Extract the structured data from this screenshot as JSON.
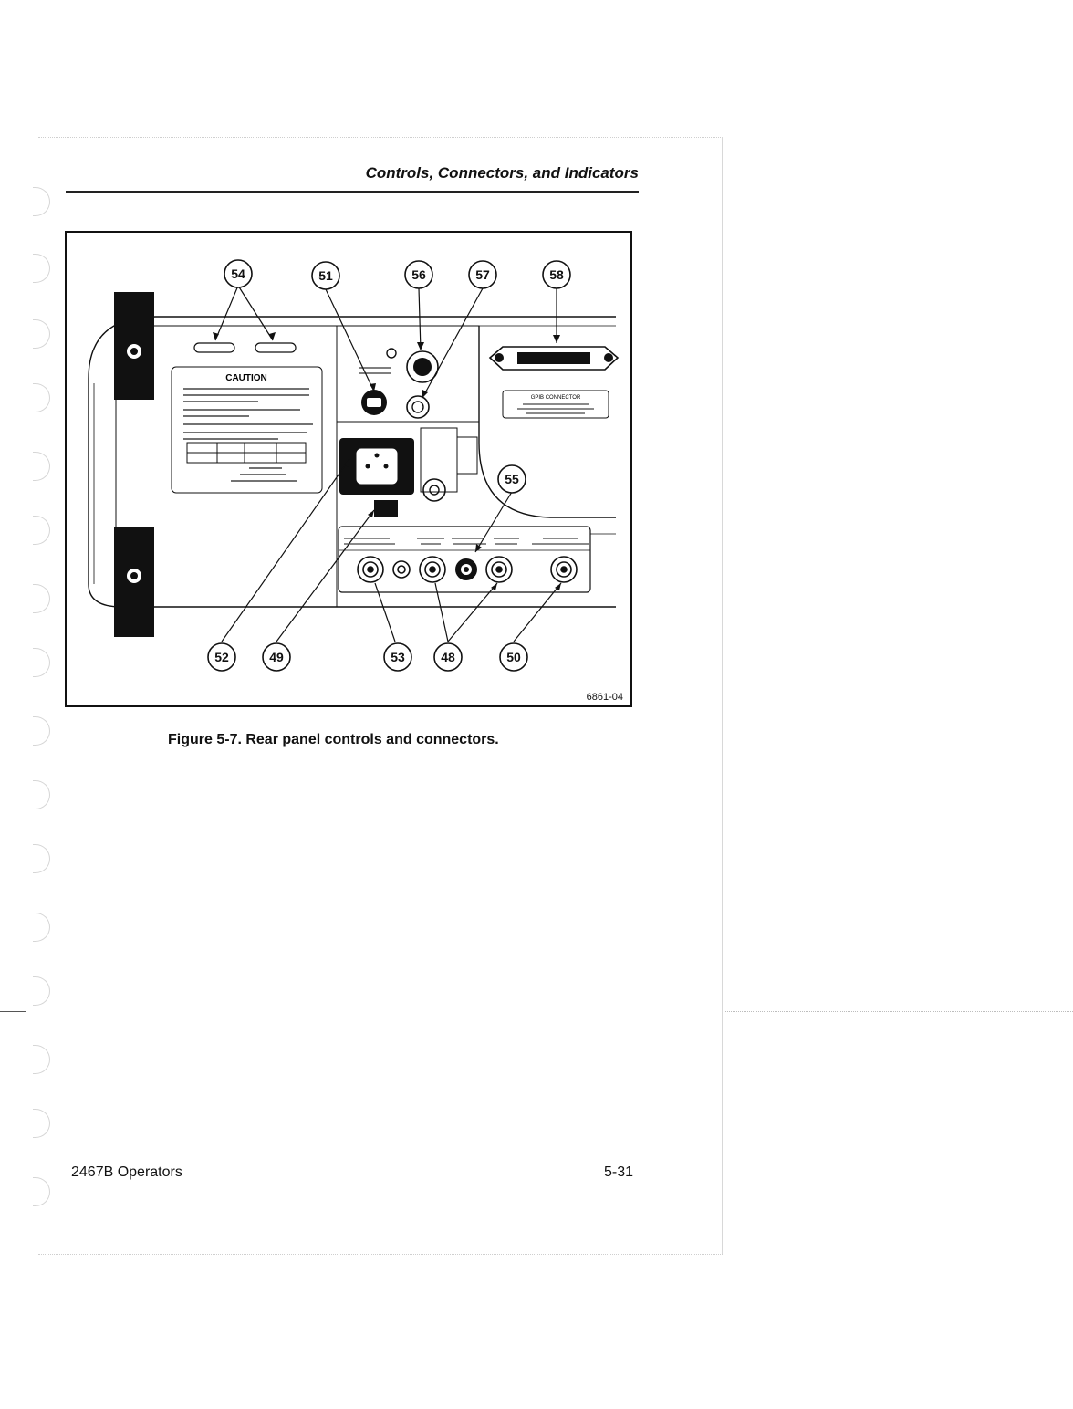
{
  "header": {
    "section_title": "Controls, Connectors, and Indicators"
  },
  "figure": {
    "number_labels": [
      "54",
      "51",
      "56",
      "57",
      "58",
      "55",
      "52",
      "49",
      "53",
      "48",
      "50"
    ],
    "caution_heading": "CAUTION",
    "gpib_label": "GPIB CONNECTOR",
    "figure_id": "6861-04",
    "caption": "Figure 5-7. Rear panel controls and connectors."
  },
  "footer": {
    "manual": "2467B Operators",
    "page": "5-31"
  }
}
